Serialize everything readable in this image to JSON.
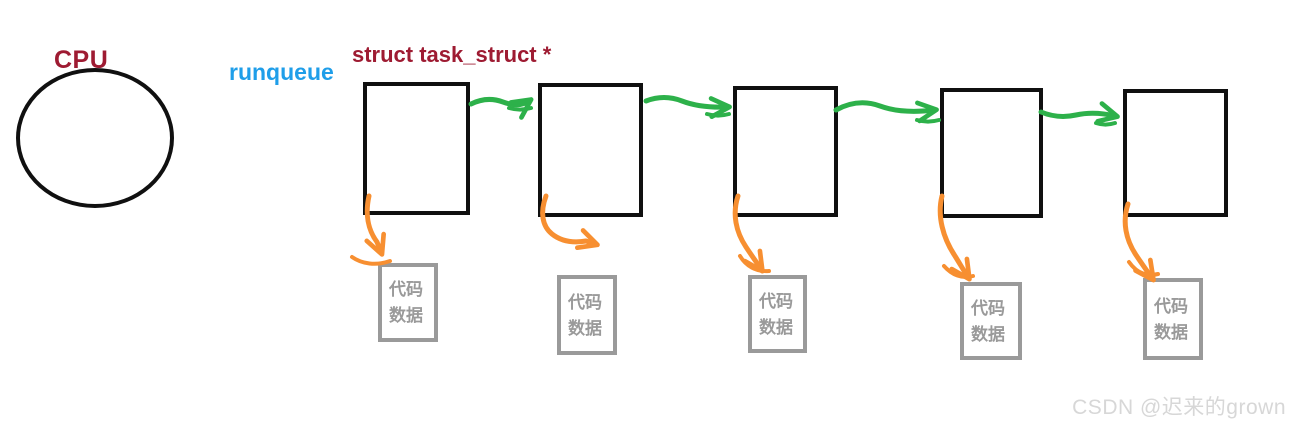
{
  "diagram": {
    "cpu_label": "CPU",
    "runqueue_label": "runqueue",
    "pointer_type_label": "struct task_struct *",
    "tasks": [
      {
        "code_label": "代码",
        "data_label": "数据"
      },
      {
        "code_label": "代码",
        "data_label": "数据"
      },
      {
        "code_label": "代码",
        "data_label": "数据"
      },
      {
        "code_label": "代码",
        "data_label": "数据"
      },
      {
        "code_label": "代码",
        "data_label": "数据"
      }
    ],
    "watermark": "CSDN @迟来的grown",
    "colors": {
      "label_dark_red": "#9e1b32",
      "runqueue_blue": "#1f9ee9",
      "arrow_green": "#2db14a",
      "arrow_orange": "#f78f31",
      "memory_box_gray": "#9a9a9a",
      "outline_black": "#101010",
      "watermark_gray": "#d7d7d7"
    }
  }
}
